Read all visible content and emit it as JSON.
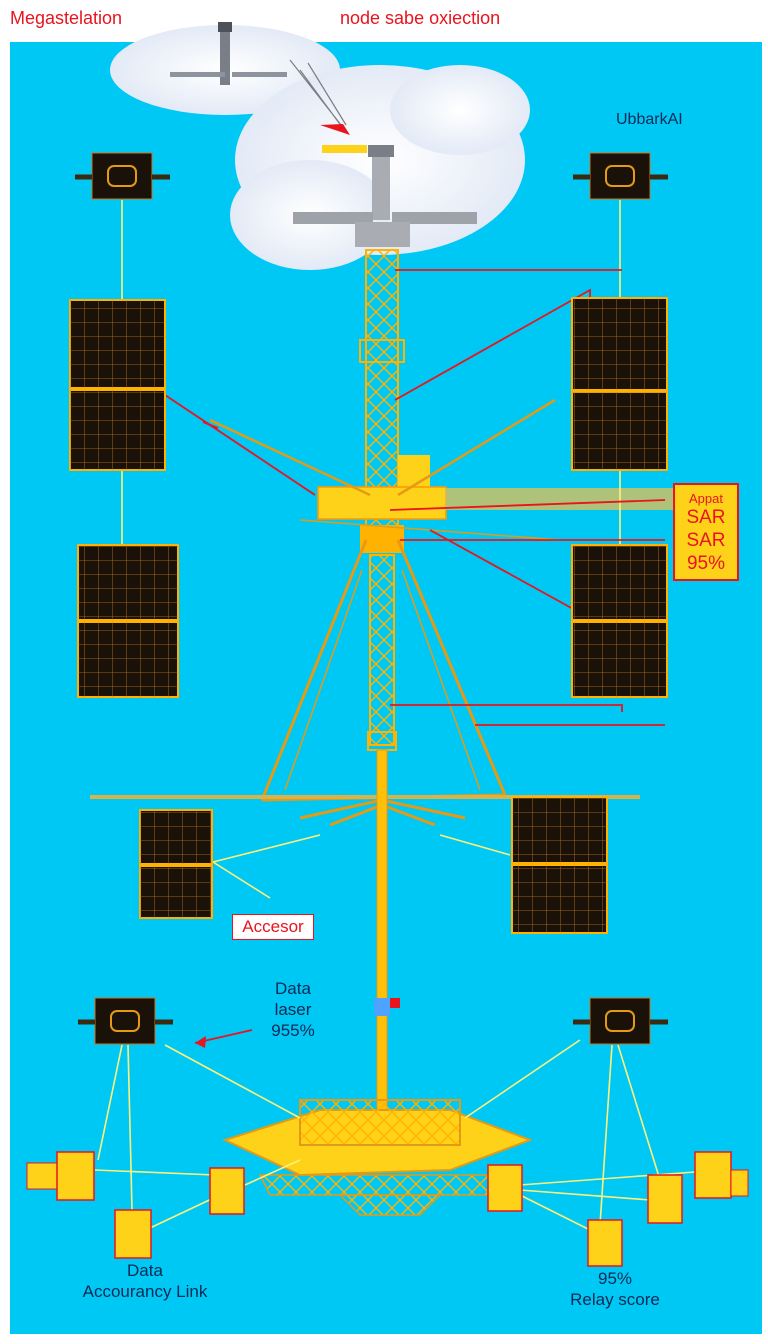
{
  "labels": {
    "title_left": "Megastelation",
    "title_center": "node sabe oxiection",
    "top_right": "UbbarkAI",
    "sar_box": [
      "Appat",
      "SAR",
      "SAR",
      "95%"
    ],
    "accesor": "Accesor",
    "laser_block": "Data\nlaser\n955%",
    "bottom_left": "Data\nAccourancy Link",
    "bottom_right": "95%\nRelay score"
  },
  "colors": {
    "sky": "#00c8f4",
    "frame": "#ffffff",
    "tower": "#ffb300",
    "tower_light": "#ffd21a",
    "panel": "#1a1208",
    "panel_grid": "#c8761a",
    "link_line": "#fff27a",
    "red_line": "#e8141e",
    "label_text": "#0b2a55",
    "title_text": "#e8141e"
  },
  "icons": [
    "satellite-icon",
    "relay-node-icon",
    "solar-panel-icon"
  ]
}
